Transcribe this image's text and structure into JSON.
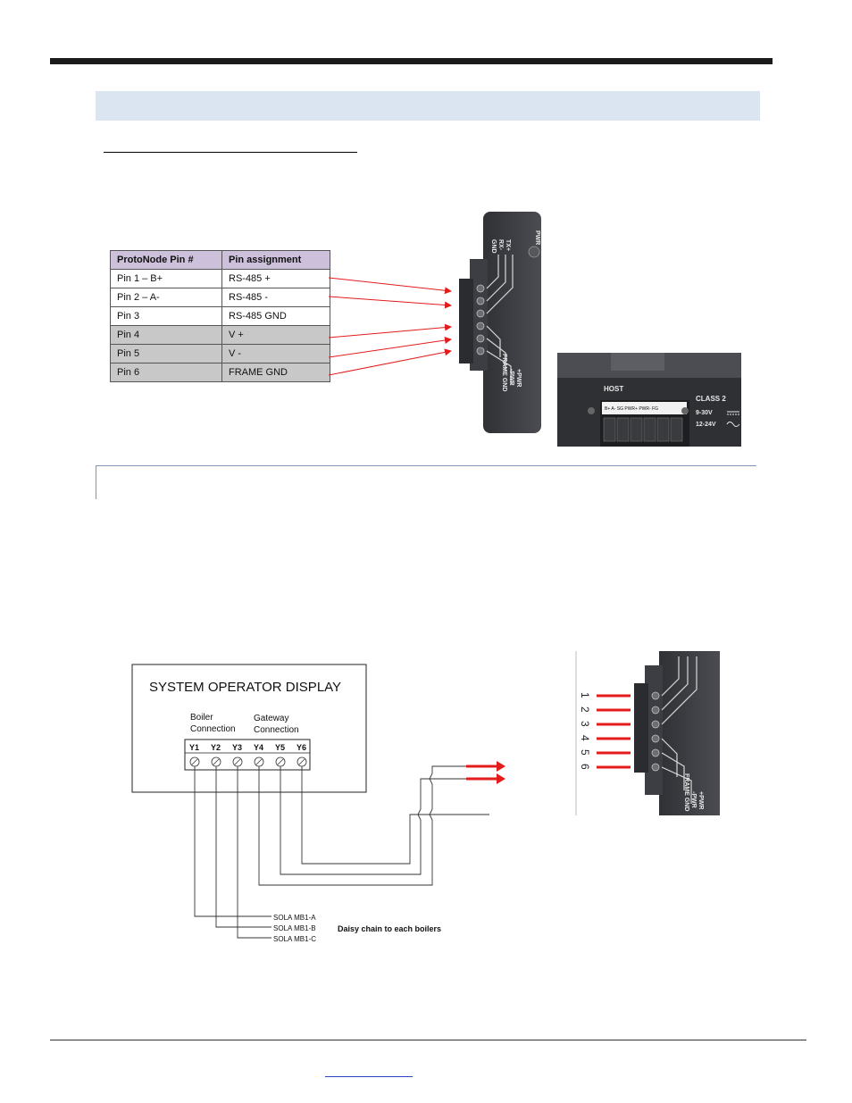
{
  "pin_table": {
    "headers": [
      "ProtoNode Pin #",
      "Pin assignment"
    ],
    "rows": [
      [
        "Pin 1 – B+",
        "RS-485 +"
      ],
      [
        "Pin 2 – A-",
        "RS-485 -"
      ],
      [
        "Pin 3",
        "RS-485 GND"
      ],
      [
        "Pin 4",
        "V +"
      ],
      [
        "Pin 5",
        "V -"
      ],
      [
        "Pin 6",
        "FRAME GND"
      ]
    ]
  },
  "device_top": {
    "labels": [
      "PWR",
      "GND",
      "RX-",
      "TX+",
      "+PWR",
      "-PWR",
      "FRAME GND"
    ]
  },
  "host_photo": {
    "host": "HOST",
    "terminal": "B+  A-  SG  PWR+ PWR- FG",
    "class": "CLASS 2",
    "dc": "9-30V",
    "ac": "12-24V"
  },
  "wiring": {
    "display_title": "SYSTEM OPERATOR DISPLAY",
    "boiler_label": [
      "Boiler",
      "Connection"
    ],
    "gateway_label": [
      "Gateway",
      "Connection"
    ],
    "terminals": [
      "Y1",
      "Y2",
      "Y3",
      "Y4",
      "Y5",
      "Y6"
    ],
    "chain_labels": [
      "SOLA MB1-A",
      "SOLA MB1-B",
      "SOLA MB1-C"
    ],
    "daisy_note": "Daisy chain to each boilers"
  },
  "device_bottom": {
    "pin_numbers": [
      "1",
      "2",
      "3",
      "4",
      "5",
      "6"
    ],
    "labels": [
      "+PWR",
      "-PWR",
      "FRAME GND"
    ]
  },
  "colors": {
    "section_band": "#dbe4f1",
    "header_fill": "#ccc0da",
    "arrow": "#e31b1b"
  }
}
